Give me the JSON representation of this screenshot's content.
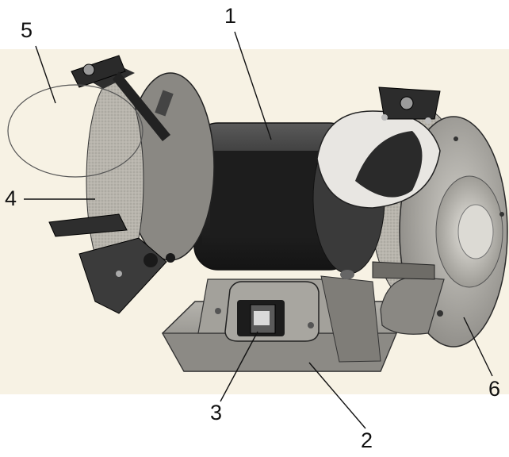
{
  "callouts": {
    "label_1": "1",
    "label_2": "2",
    "label_3": "3",
    "label_4": "4",
    "label_5": "5",
    "label_6": "6"
  },
  "colors": {
    "background": "#ffffff",
    "photo_backdrop": "#f7f2e4",
    "metal_gray": "#9a9a96",
    "dark_body": "#2c2c2c",
    "wheel_texture": "#b9b6ae",
    "line": "#111111"
  }
}
